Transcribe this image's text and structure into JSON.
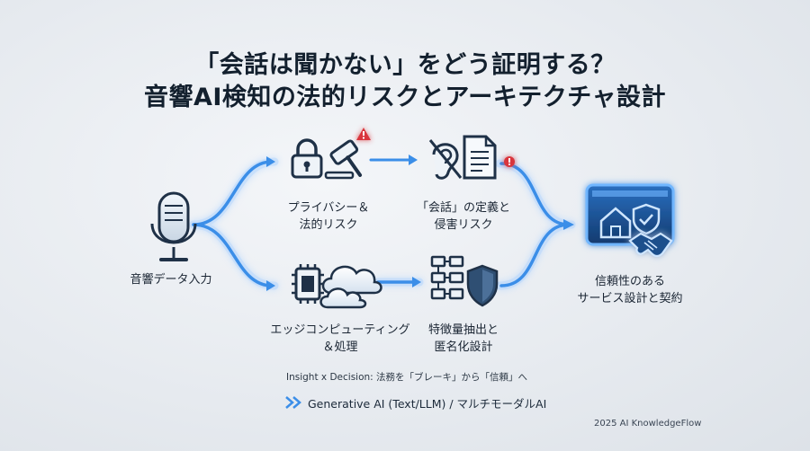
{
  "title": {
    "line1": "「会話は聞かない」をどう証明する？",
    "line2": "音響AI検知の法的リスクとアーキテクチャ設計"
  },
  "nodes": {
    "input": {
      "label": "音響データ入力",
      "icon": "microphone-icon"
    },
    "privacy": {
      "line1": "プライバシー＆",
      "line2": "法的リスク",
      "icons": [
        "lock-icon",
        "gavel-icon",
        "warning-icon"
      ]
    },
    "conversation": {
      "line1": "「会話」の定義と",
      "line2": "侵害リスク",
      "icons": [
        "ear-slash-icon",
        "document-icon",
        "alert-icon"
      ]
    },
    "edge": {
      "line1": "エッジコンピューティング",
      "line2": "＆処理",
      "icons": [
        "chip-icon",
        "cloud-icon"
      ]
    },
    "features": {
      "line1": "特徴量抽出と",
      "line2": "匿名化設計",
      "icons": [
        "flowchart-icon",
        "shield-icon"
      ]
    },
    "output": {
      "line1": "信頼性のある",
      "line2": "サービス設計と契約",
      "icons": [
        "monitor-home-shield-icon",
        "handshake-icon"
      ]
    }
  },
  "footer": {
    "insight": "Insight x Decision: 法務を「ブレーキ」から「信頼」へ",
    "model": "Generative AI (Text/LLM) / マルチモーダルAI",
    "credit": "2025 AI KnowledgeFlow"
  },
  "colors": {
    "flow_blue": "#3b8ee8",
    "glow_blue": "#8cc4ff",
    "icon_dark": "#1f3147",
    "alert_red": "#d9363e"
  }
}
